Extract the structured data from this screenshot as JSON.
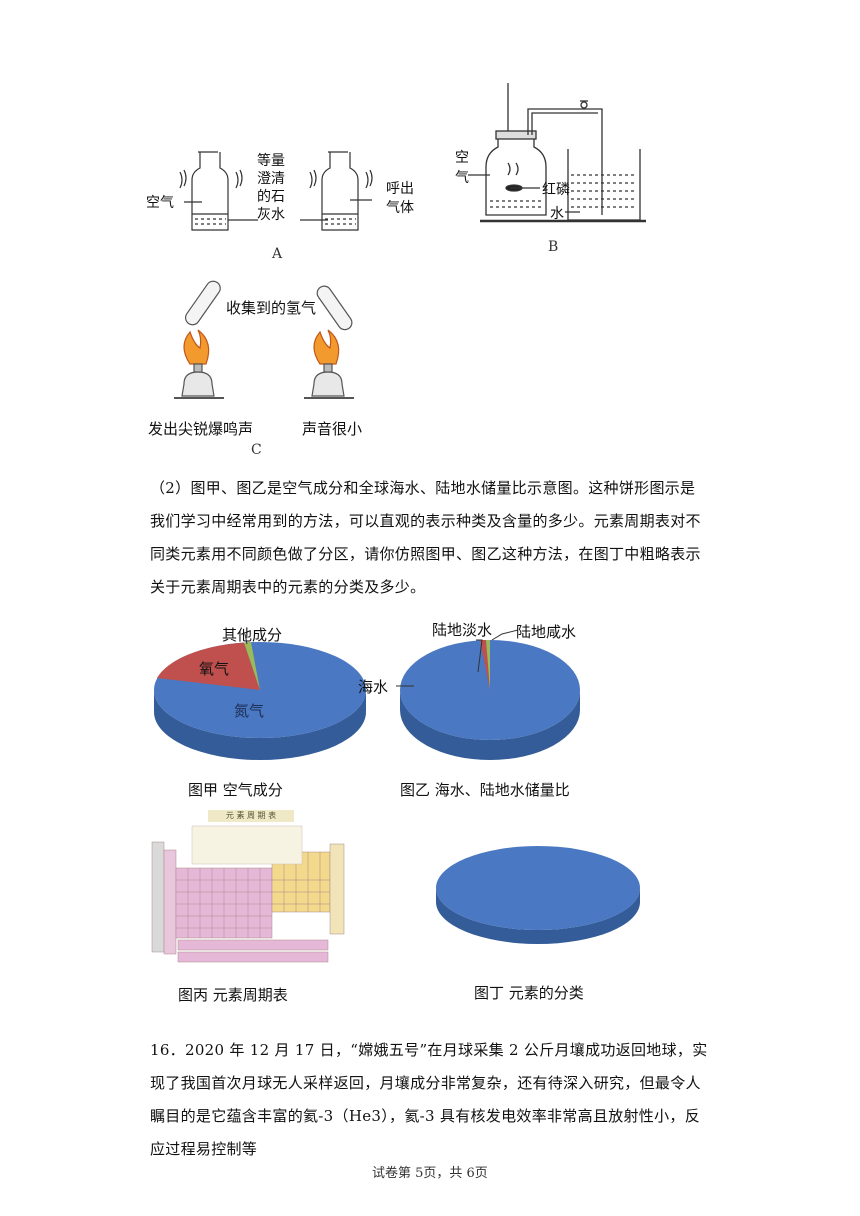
{
  "figA": {
    "air": "空气",
    "reagent": "等量\n澄清\n的石\n灰水",
    "exhaled": "呼出\n气体",
    "letter": "A"
  },
  "figB": {
    "air": "空\n气",
    "phosphorus": "红磷",
    "water": "水",
    "letter": "B"
  },
  "figC": {
    "hydrogen": "收集到的氢气",
    "loud": "发出尖锐爆鸣声",
    "quiet": "声音很小",
    "letter": "C"
  },
  "question2": "（2）图甲、图乙是空气成分和全球海水、陆地水储量比示意图。这种饼形图示是我们学习中经常用到的方法，可以直观的表示种类及含量的多少。元素周期表对不同类元素用不同颜色做了分区，请你仿照图甲、图乙这种方法，在图丁中粗略表示关于元素周期表中的元素的分类及多少。",
  "pieJia": {
    "other": "其他成分",
    "oxygen": "氧气",
    "nitrogen": "氮气",
    "caption": "图甲 空气成分",
    "colors": {
      "nitrogen": "#4a78c2",
      "oxygen": "#c0504d",
      "other": "#9bbb59"
    }
  },
  "pieYi": {
    "fresh": "陆地淡水",
    "salty": "陆地咸水",
    "sea": "海水",
    "caption": "图乙 海水、陆地水储量比"
  },
  "bing": {
    "title": "元 素 周 期 表",
    "caption": "图丙   元素周期表"
  },
  "ding": {
    "caption": "图丁 元素的分类"
  },
  "question16": "16．2020 年 12 月 17 日，“嫦娥五号”在月球采集 2 公斤月壤成功返回地球，实现了我国首次月球无人采样返回，月壤成分非常复杂，还有待深入研究，但最令人瞩目的是它蕴含丰富的氦-3（He3），氦-3 具有核发电效率非常高且放射性小，反应过程易控制等",
  "footer": "试卷第 5页，共 6页",
  "chart_data": [
    {
      "type": "pie",
      "title": "图甲 空气成分",
      "categories": [
        "氮气",
        "氧气",
        "其他成分"
      ],
      "values": [
        78,
        21,
        1
      ]
    },
    {
      "type": "pie",
      "title": "图乙 海水、陆地水储量比",
      "categories": [
        "海水",
        "陆地淡水",
        "陆地咸水"
      ],
      "values": [
        96.5,
        2.5,
        1
      ]
    }
  ]
}
